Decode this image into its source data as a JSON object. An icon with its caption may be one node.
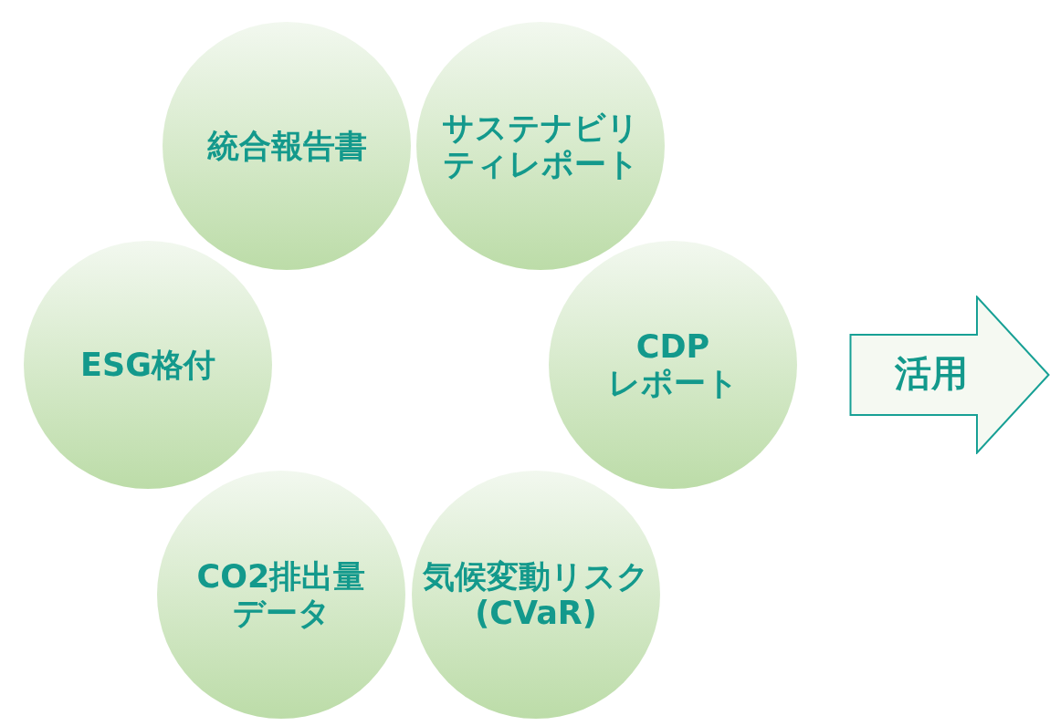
{
  "diagram": {
    "nodes": [
      {
        "text": [
          "統合報告書"
        ]
      },
      {
        "text": [
          "サステナビリティレポート"
        ]
      },
      {
        "text": [
          "ESG格付"
        ]
      },
      {
        "text": [
          "CDP レポート"
        ]
      },
      {
        "text": [
          "CO2排出量データ"
        ]
      },
      {
        "text": [
          "気候変動リスク(CVaR)"
        ]
      },
      {
        "text": [
          "活用"
        ]
      }
    ]
  }
}
